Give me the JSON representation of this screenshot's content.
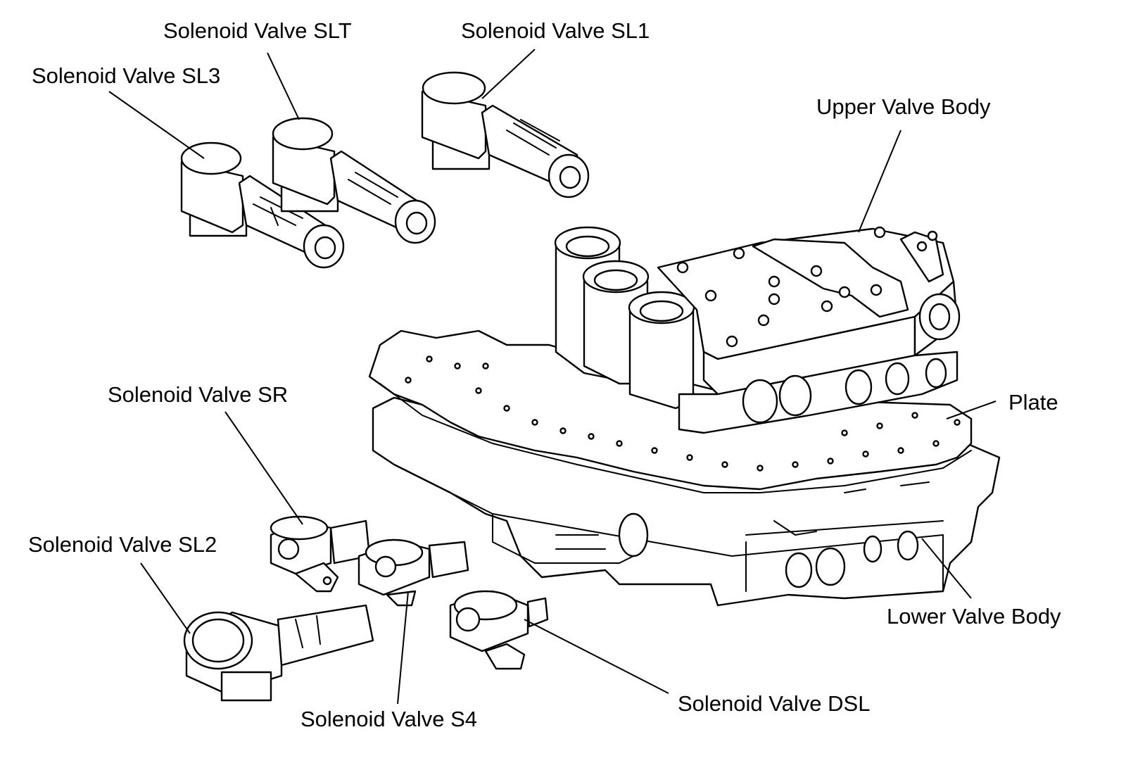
{
  "labels": {
    "sl3": "Solenoid Valve SL3",
    "slt": "Solenoid Valve SLT",
    "sl1": "Solenoid Valve SL1",
    "upper_valve_body": "Upper Valve Body",
    "sr": "Solenoid Valve SR",
    "plate": "Plate",
    "sl2": "Solenoid Valve SL2",
    "lower_valve_body": "Lower Valve Body",
    "dsl": "Solenoid Valve DSL",
    "s4": "Solenoid Valve S4"
  }
}
